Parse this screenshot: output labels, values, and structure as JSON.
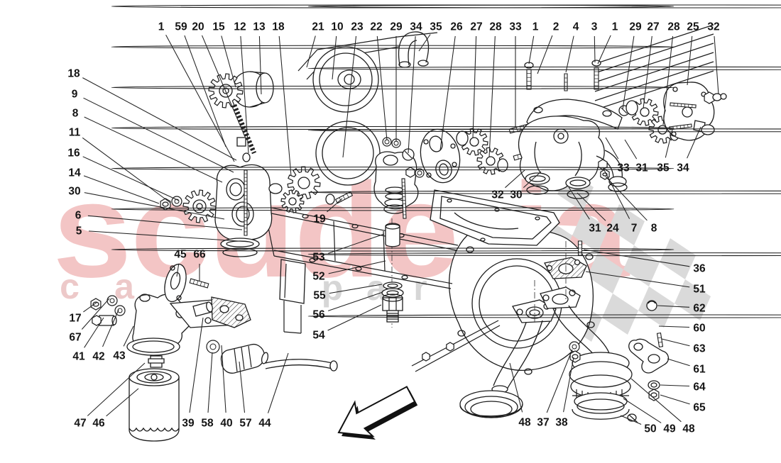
{
  "diagram": {
    "watermark": {
      "word": "scuderia",
      "sub_left": "car",
      "sub_right": "parts",
      "big_color": "#f3c5c5",
      "sub_left_color": "#edc9c9",
      "sub_right_color": "#d6d6d6"
    },
    "flag_color": "#dadada",
    "line_color": "#1c1c1c",
    "label_color": "#141414",
    "arrow": {
      "shape": "outline-arrow",
      "direction": "down-left"
    },
    "callout_format": "[part_number, label_x, label_y, target_x, target_y]",
    "callouts": [
      [
        "1",
        227,
        37,
        330,
        228
      ],
      [
        "59",
        255,
        37,
        318,
        207
      ],
      [
        "20",
        279,
        37,
        345,
        193
      ],
      [
        "15",
        308,
        37,
        332,
        123
      ],
      [
        "12",
        338,
        37,
        350,
        216
      ],
      [
        "13",
        365,
        37,
        368,
        133
      ],
      [
        "18",
        392,
        37,
        410,
        248
      ],
      [
        "21",
        448,
        37,
        432,
        95
      ],
      [
        "10",
        475,
        37,
        468,
        112
      ],
      [
        "23",
        503,
        37,
        483,
        222
      ],
      [
        "22",
        530,
        37,
        545,
        198
      ],
      [
        "29",
        558,
        37,
        558,
        200
      ],
      [
        "34",
        586,
        37,
        575,
        216
      ],
      [
        "35",
        614,
        37,
        590,
        72
      ],
      [
        "26",
        643,
        37,
        620,
        212
      ],
      [
        "27",
        671,
        37,
        666,
        194
      ],
      [
        "28",
        698,
        37,
        689,
        222
      ],
      [
        "33",
        726,
        37,
        726,
        180
      ],
      [
        "1",
        754,
        37,
        745,
        90
      ],
      [
        "2",
        783,
        37,
        757,
        104
      ],
      [
        "4",
        811,
        37,
        797,
        102
      ],
      [
        "3",
        837,
        37,
        838,
        88
      ],
      [
        "1",
        866,
        37,
        842,
        90
      ],
      [
        "29",
        895,
        37,
        877,
        154
      ],
      [
        "27",
        920,
        37,
        906,
        153
      ],
      [
        "28",
        949,
        37,
        934,
        176
      ],
      [
        "25",
        976,
        37,
        968,
        120
      ],
      [
        "32",
        1005,
        37,
        1012,
        133
      ],
      [
        "18",
        104,
        103,
        333,
        226
      ],
      [
        "9",
        105,
        132,
        329,
        243
      ],
      [
        "8",
        106,
        159,
        313,
        257
      ],
      [
        "11",
        105,
        186,
        240,
        286
      ],
      [
        "16",
        104,
        215,
        252,
        283
      ],
      [
        "14",
        105,
        243,
        224,
        287
      ],
      [
        "30",
        105,
        269,
        316,
        309
      ],
      [
        "6",
        110,
        303,
        341,
        324
      ],
      [
        "5",
        111,
        325,
        351,
        341
      ],
      [
        "17",
        106,
        448,
        137,
        426
      ],
      [
        "67",
        106,
        475,
        154,
        421
      ],
      [
        "41",
        111,
        502,
        146,
        448
      ],
      [
        "42",
        139,
        502,
        167,
        437
      ],
      [
        "43",
        168,
        501,
        188,
        460
      ],
      [
        "47",
        113,
        596,
        204,
        512
      ],
      [
        "46",
        139,
        596,
        195,
        548
      ],
      [
        "45",
        254,
        358,
        249,
        390
      ],
      [
        "66",
        281,
        358,
        281,
        397
      ],
      [
        "19",
        450,
        308,
        482,
        280
      ],
      [
        "53",
        449,
        362,
        541,
        330
      ],
      [
        "52",
        449,
        389,
        543,
        368
      ],
      [
        "55",
        450,
        416,
        538,
        401
      ],
      [
        "56",
        449,
        443,
        539,
        412
      ],
      [
        "54",
        449,
        472,
        537,
        430
      ],
      [
        "39",
        265,
        596,
        286,
        448
      ],
      [
        "58",
        292,
        596,
        299,
        497
      ],
      [
        "40",
        319,
        596,
        312,
        487
      ],
      [
        "57",
        346,
        596,
        337,
        510
      ],
      [
        "44",
        373,
        596,
        406,
        498
      ],
      [
        "48",
        739,
        595,
        718,
        512
      ],
      [
        "37",
        765,
        595,
        806,
        493
      ],
      [
        "38",
        791,
        595,
        808,
        504
      ],
      [
        "32",
        701,
        274,
        739,
        240
      ],
      [
        "30",
        727,
        274,
        762,
        242
      ],
      [
        "33",
        878,
        236,
        853,
        194
      ],
      [
        "31",
        904,
        236,
        880,
        197
      ],
      [
        "35",
        934,
        236,
        947,
        183
      ],
      [
        "34",
        962,
        236,
        987,
        179
      ],
      [
        "31",
        838,
        321,
        801,
        264
      ],
      [
        "24",
        863,
        321,
        813,
        272
      ],
      [
        "7",
        893,
        321,
        849,
        236
      ],
      [
        "8",
        921,
        321,
        853,
        249
      ],
      [
        "36",
        985,
        378,
        822,
        352
      ],
      [
        "51",
        985,
        407,
        825,
        383
      ],
      [
        "62",
        985,
        434,
        926,
        431
      ],
      [
        "60",
        985,
        462,
        928,
        460
      ],
      [
        "63",
        985,
        491,
        932,
        478
      ],
      [
        "61",
        985,
        520,
        940,
        506
      ],
      [
        "64",
        985,
        545,
        930,
        543
      ],
      [
        "65",
        985,
        574,
        930,
        557
      ],
      [
        "50",
        916,
        604,
        874,
        586
      ],
      [
        "49",
        943,
        604,
        878,
        562
      ],
      [
        "48",
        970,
        604,
        889,
        534
      ]
    ]
  }
}
